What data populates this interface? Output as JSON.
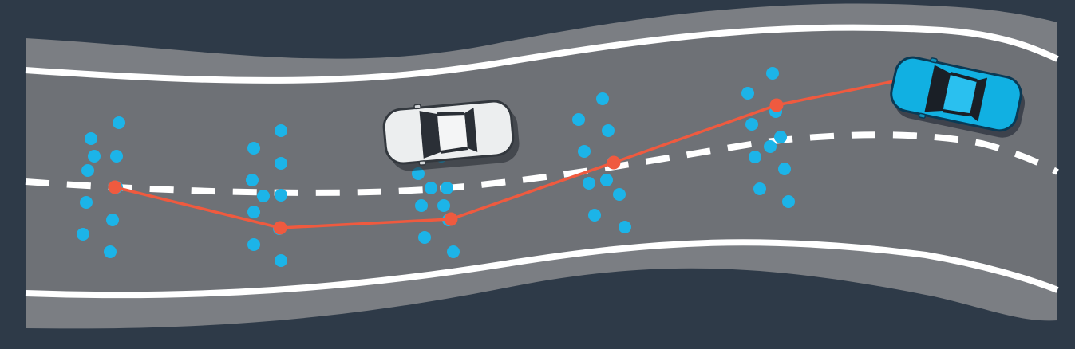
{
  "colors": {
    "background": "#2e3a48",
    "road_shoulder": "#7b7e83",
    "road_surface": "#6e7176",
    "lane_line": "#ffffff",
    "trajectory": "#ef5a3f",
    "candidate_point": "#1cb4e8",
    "ego_car": "#11b0e2",
    "other_car": "#eceeef"
  },
  "icons": {
    "ego_vehicle": "car-top-view-icon",
    "other_vehicle": "car-top-view-icon"
  },
  "trajectory": {
    "waypoint_count": 5,
    "leads_to": "ego-vehicle"
  },
  "sample_points": {
    "columns": 5,
    "points_per_column": 10
  }
}
